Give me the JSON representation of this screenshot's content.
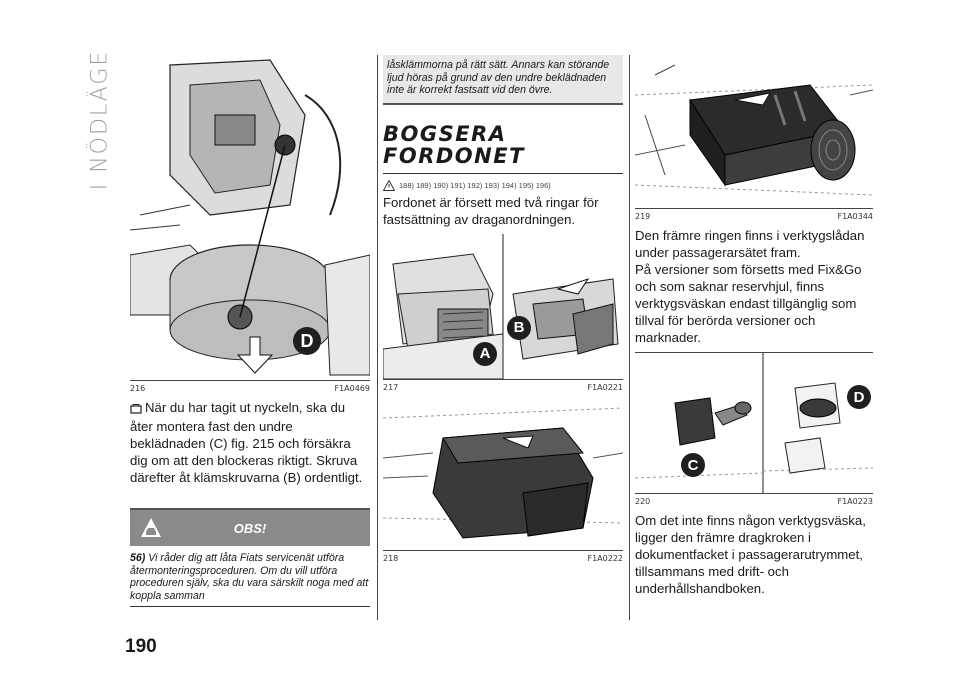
{
  "sidebar": {
    "title": "I NÖDLÄGE"
  },
  "page": {
    "number": "190"
  },
  "col1": {
    "figure": {
      "number": "216",
      "code": "F1A0469",
      "callout": "D"
    },
    "paragraph": "När du har tagit ut nyckeln, ska du åter montera fast den undre beklädnaden (C) fig. 215 och försäkra dig om att den blockeras riktigt. Skruva därefter åt klämskruvarna (B) ordentligt.",
    "obs": {
      "title": "OBS!",
      "note_number": "56)",
      "note_text": "Vi råder dig att låta Fiats servicenät utföra återmonteringsproceduren. Om du vill utföra proceduren själv, ska du vara särskilt noga med att koppla samman"
    }
  },
  "col2": {
    "continued_text": "låsklämmorna på rätt sätt. Annars kan störande ljud höras på grund av den undre beklädnaden inte är korrekt fastsatt vid den övre.",
    "section_title_line1": "BOGSERA",
    "section_title_line2": "FORDONET",
    "refs": "188) 189) 190) 191) 192) 193) 194) 195) 196)",
    "paragraph": "Fordonet är försett med två ringar för fastsättning av draganordningen.",
    "figure217": {
      "number": "217",
      "code": "F1A0221",
      "callout_a": "A",
      "callout_b": "B"
    },
    "figure218": {
      "number": "218",
      "code": "F1A0222"
    }
  },
  "col3": {
    "figure219": {
      "number": "219",
      "code": "F1A0344"
    },
    "paragraph1": "Den främre ringen finns i verktygslådan under passagerarsätet fram.",
    "paragraph2": "På versioner som försetts med Fix&Go och som saknar reservhjul, finns verktygsväskan endast tillgänglig som tillval för berörda versioner och marknader.",
    "figure220": {
      "number": "220",
      "code": "F1A0223",
      "callout_c": "C",
      "callout_d": "D"
    },
    "paragraph3": "Om det inte finns någon verktygsväska, ligger den främre dragkroken i dokumentfacket i passagerarutrymmet, tillsammans med drift- och underhållshandboken."
  },
  "colors": {
    "callout": "#1f1f1f",
    "obs_header": "#8a8a8a",
    "sidebar_text": "#a0a0a0"
  }
}
